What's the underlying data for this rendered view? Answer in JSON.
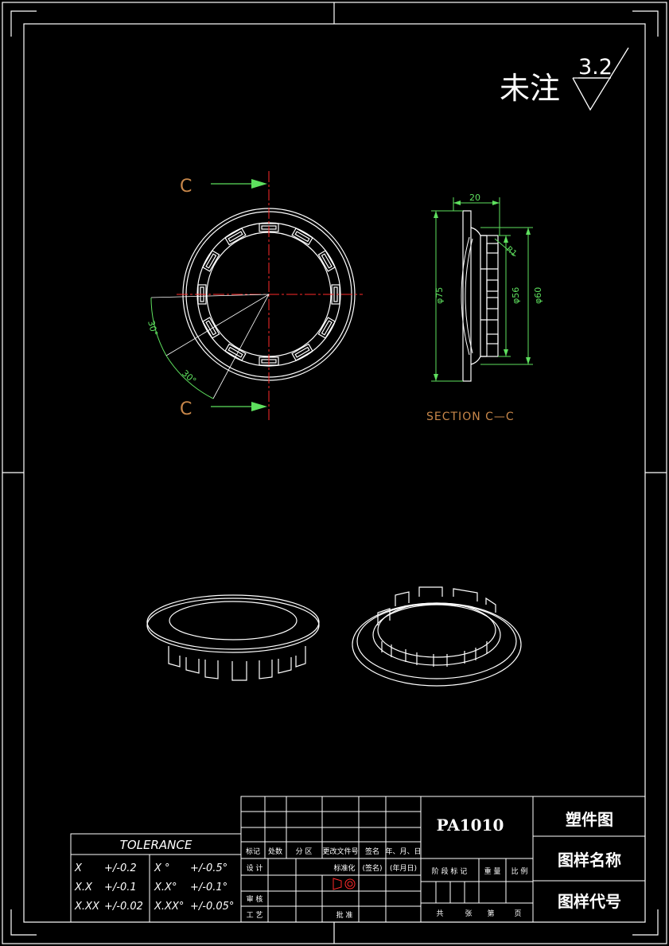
{
  "roughness_note": "未注",
  "roughness_value": "3.2",
  "section": {
    "arrow_label_top": "C",
    "arrow_label_bottom": "C",
    "title": "SECTION C—C"
  },
  "dimensions": {
    "width_top": "20",
    "dia_outer": "φ75",
    "dia_inner": "φ56",
    "dia_mid": "φ60",
    "radius": "R1",
    "angle_a": "30°",
    "angle_b": "30°"
  },
  "tolerance": {
    "title": "TOLERANCE",
    "rows": [
      [
        "X",
        "+/-0.2",
        "X °",
        "+/-0.5°"
      ],
      [
        "X.X",
        "+/-0.1",
        "X.X°",
        "+/-0.1°"
      ],
      [
        "X.XX",
        "+/-0.02",
        "X.XX°",
        "+/-0.05°"
      ]
    ]
  },
  "title_block": {
    "part_number": "PA1010",
    "drawing_type": "塑件图",
    "drawing_name": "图样名称",
    "drawing_code": "图样代号",
    "header_labels": [
      "标记",
      "处数",
      "分 区",
      "更改文件号",
      "签名",
      "年、月、日"
    ],
    "row_designer": "设 计",
    "row_standard": "标准化",
    "row_sign": "(签名)",
    "row_date": "(年月日)",
    "row_review": "审 核",
    "row_process": "工 艺",
    "row_approve": "批 准",
    "stage_label": "阶 段 标 记",
    "weight_label": "重 量",
    "scale_label": "比 例",
    "total_label": "共",
    "sheets_label": "张",
    "page_label": "第",
    "page_unit": "页"
  },
  "colors": {
    "line": "#ffffff",
    "center_line": "#ff2a2a",
    "dimension": "#5ee05e",
    "annotation": "#c8874a"
  }
}
